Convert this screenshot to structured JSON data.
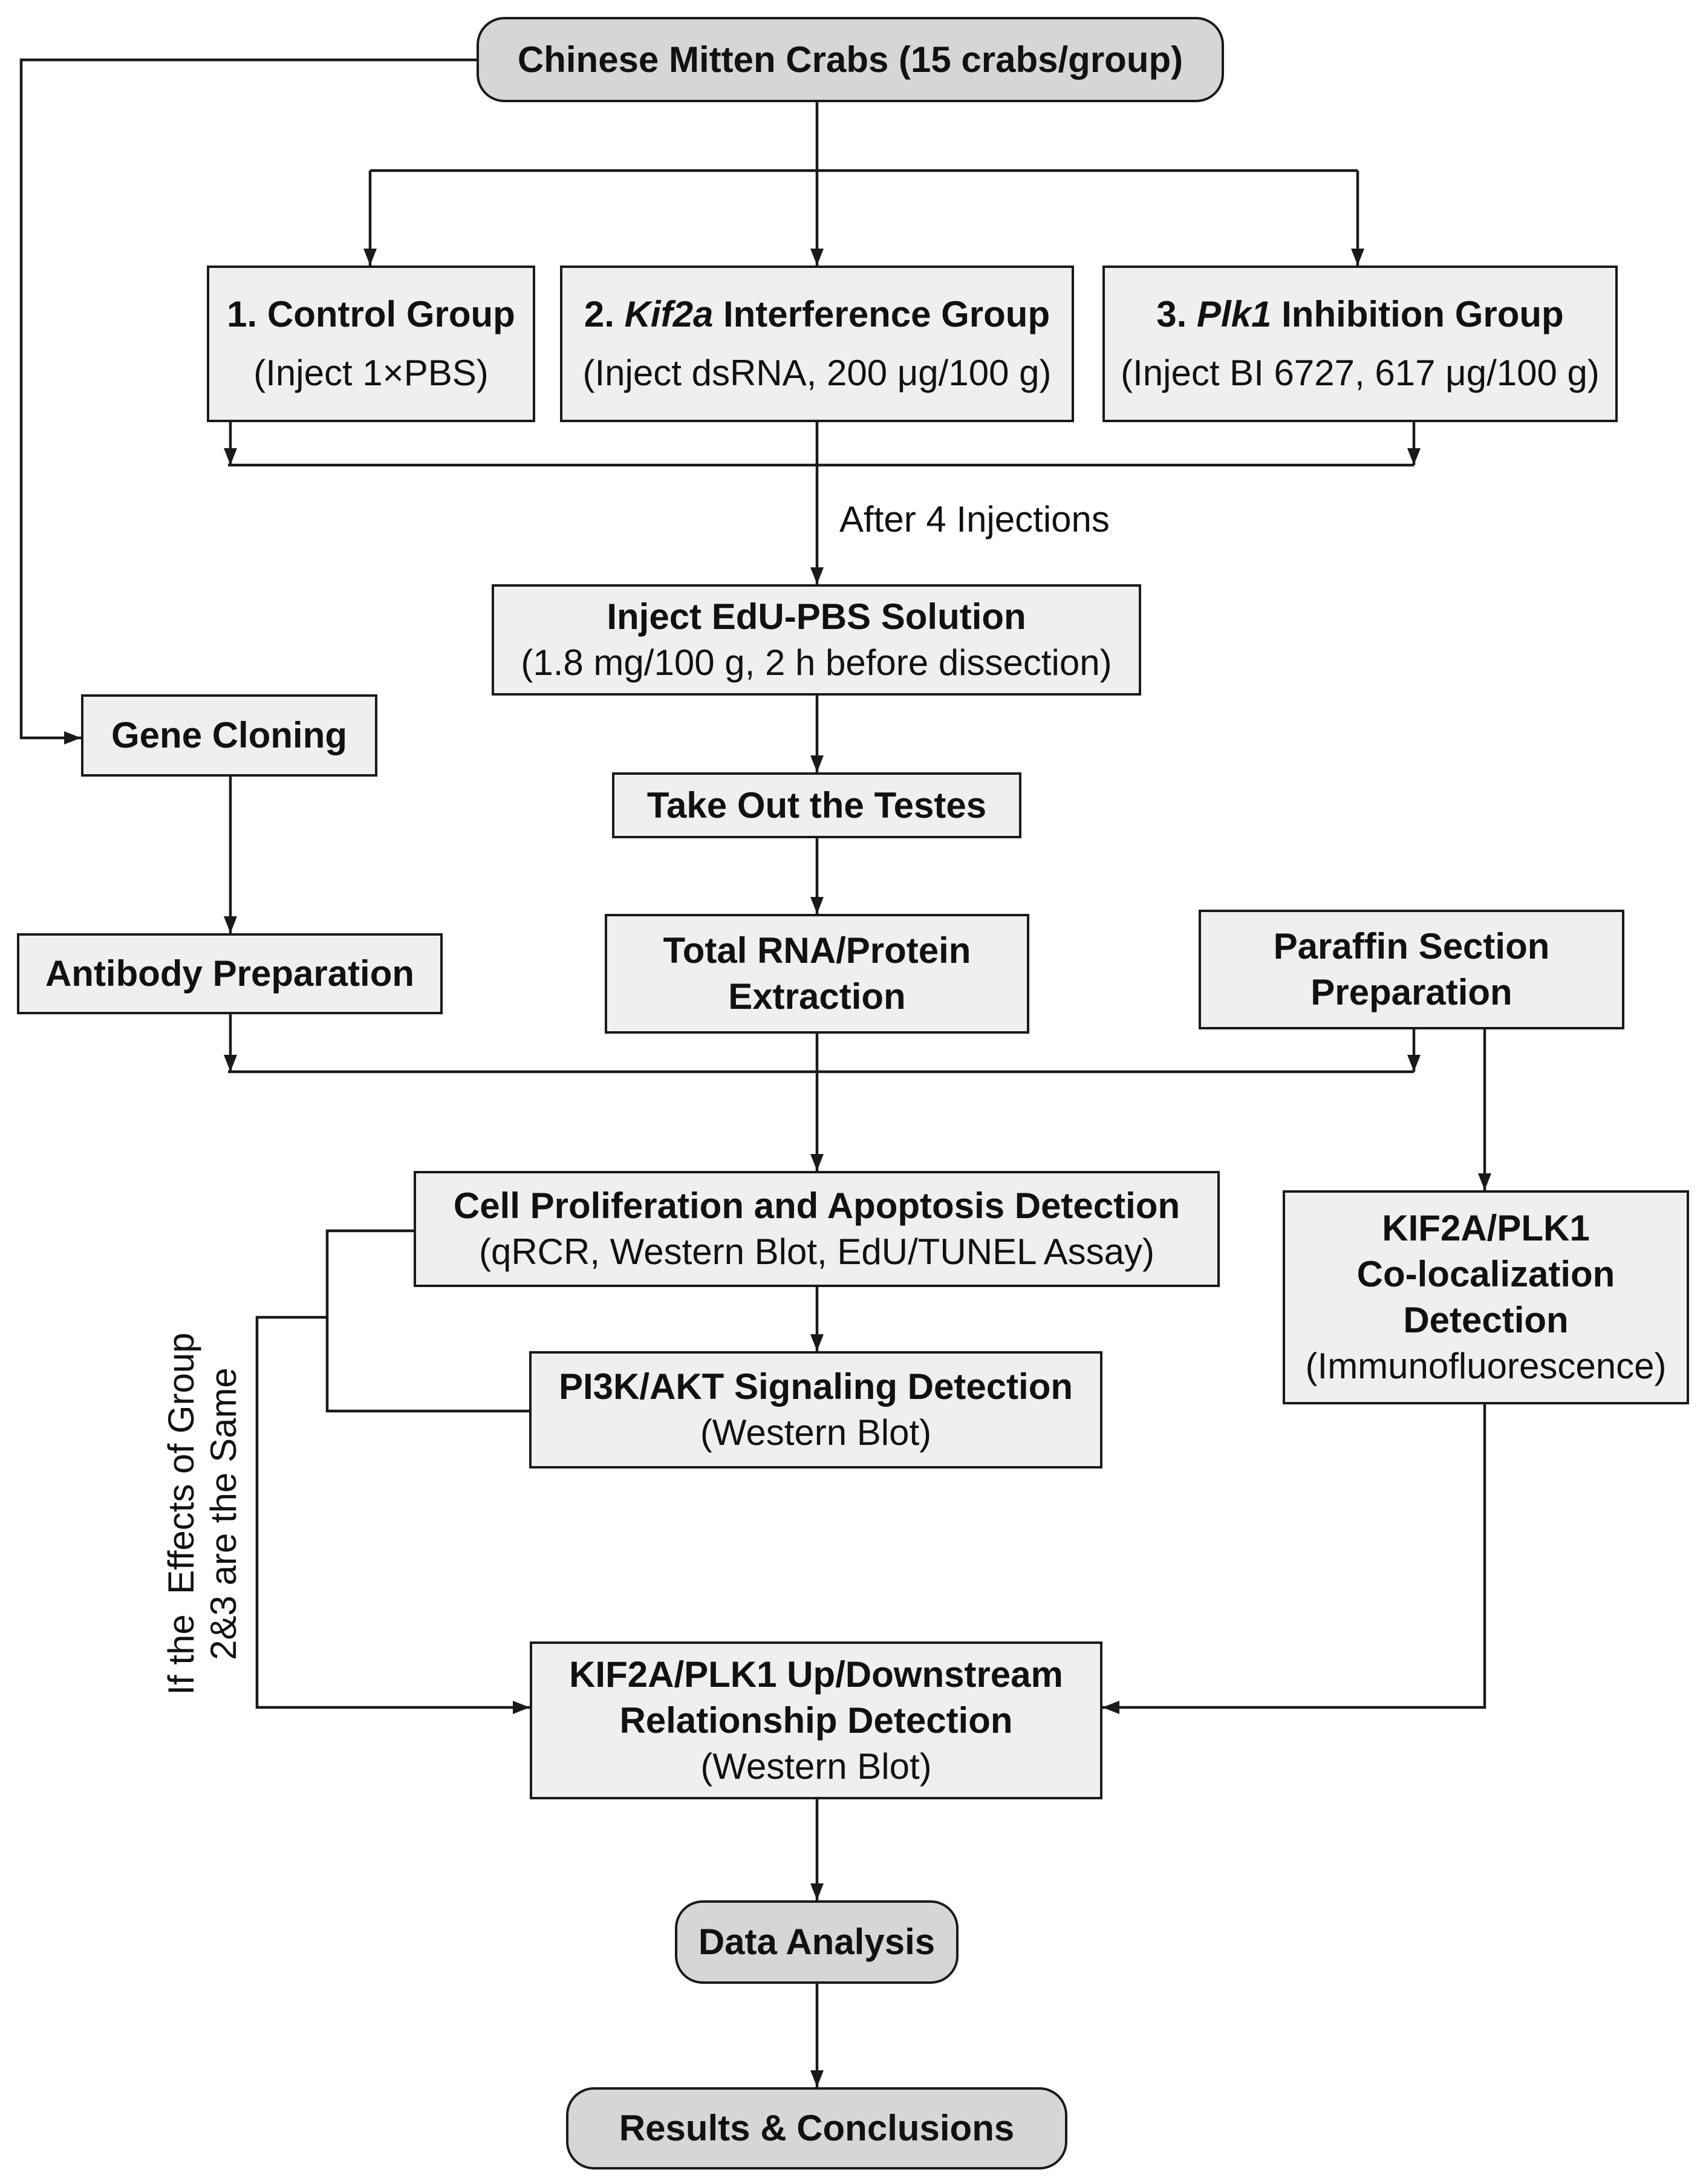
{
  "nodes": {
    "source": {
      "label": "Chinese Mitten Crabs (15 crabs/group)"
    },
    "group1": {
      "title": "1. Control Group",
      "detail": "(Inject 1×PBS)"
    },
    "group2": {
      "number": "2.",
      "gene": "Kif2a",
      "title_rest": "Interference Group",
      "detail": "(Inject dsRNA, 200 μg/100 g)"
    },
    "group3": {
      "number": "3.",
      "gene": "Plk1",
      "title_rest": "Inhibition Group",
      "detail": "(Inject BI 6727, 617 μg/100 g)"
    },
    "edu_injection": {
      "title": "Inject EdU-PBS Solution",
      "detail": "(1.8 mg/100 g, 2 h before dissection)"
    },
    "testes": {
      "title": "Take Out the Testes"
    },
    "extraction": {
      "lines": [
        "Total RNA/Protein",
        "Extraction"
      ]
    },
    "gene_cloning": {
      "title": "Gene Cloning"
    },
    "antibody": {
      "title": "Antibody Preparation"
    },
    "paraffin": {
      "lines": [
        "Paraffin Section",
        "Preparation"
      ]
    },
    "proliferation": {
      "title": "Cell Proliferation and Apoptosis Detection",
      "detail": "(qRCR, Western Blot, EdU/TUNEL Assay)"
    },
    "pi3k_akt": {
      "title": "PI3K/AKT Signaling Detection",
      "detail": "(Western Blot)"
    },
    "colocalization": {
      "lines": [
        "KIF2A/PLK1",
        "Co-localization",
        "Detection"
      ],
      "detail": "(Immunofluorescence)"
    },
    "relationship": {
      "lines": [
        "KIF2A/PLK1 Up/Downstream",
        "Relationship Detection"
      ],
      "detail": "(Western Blot)"
    },
    "analysis": {
      "title": "Data Analysis"
    },
    "results": {
      "title": "Results & Conclusions"
    }
  },
  "edge_labels": {
    "injection_count": "After 4 Injections",
    "condition": [
      "If the  Effects of Group",
      "2&3 are the Same"
    ]
  },
  "colors": {
    "box_fill": "#efefef",
    "terminal_fill": "#d6d6d6",
    "line": "#1a1a1a",
    "text": "#111111"
  }
}
